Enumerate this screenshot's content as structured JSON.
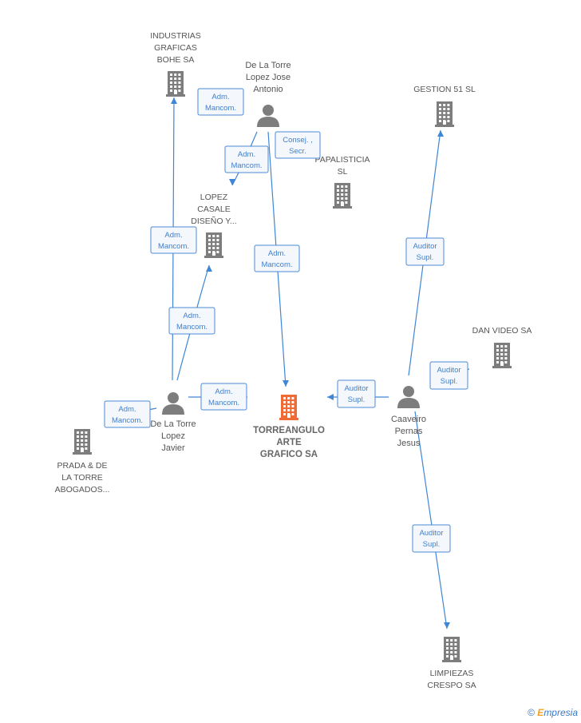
{
  "colors": {
    "edge": "#3f86d6",
    "node_gray": "#7d7d7d",
    "focus": "#f06a35"
  },
  "nodes": {
    "industrias": {
      "type": "company",
      "lines": [
        "INDUSTRIAS",
        "GRAFICAS",
        "BOHE SA"
      ]
    },
    "delatorre_jose": {
      "type": "person",
      "lines": [
        "De La Torre",
        "Lopez Jose",
        "Antonio"
      ]
    },
    "gestion51": {
      "type": "company",
      "lines": [
        "GESTION 51 SL"
      ]
    },
    "papalisticia": {
      "type": "company",
      "lines": [
        "PAPALISTICIA",
        "SL"
      ]
    },
    "lopez_casale": {
      "type": "company",
      "lines": [
        "LOPEZ",
        "CASALE",
        "DISEÑO Y..."
      ]
    },
    "dan_video": {
      "type": "company",
      "lines": [
        "DAN VIDEO SA"
      ]
    },
    "delatorre_javier": {
      "type": "person",
      "lines": [
        "De La Torre",
        "Lopez",
        "Javier"
      ]
    },
    "torreangulo": {
      "type": "focus",
      "lines": [
        "TORREANGULO",
        "ARTE",
        "GRAFICO SA"
      ]
    },
    "caaveiro": {
      "type": "person",
      "lines": [
        "Caaveiro",
        "Pernas",
        "Jesus"
      ]
    },
    "prada": {
      "type": "company",
      "lines": [
        "PRADA & DE",
        "LA TORRE",
        "ABOGADOS..."
      ]
    },
    "limpiezas": {
      "type": "company",
      "lines": [
        "LIMPIEZAS",
        "CRESPO SA"
      ]
    }
  },
  "relations": [
    {
      "id": "r1",
      "lines": [
        "Adm.",
        "Mancom."
      ]
    },
    {
      "id": "r2",
      "lines": [
        "Consej. ,",
        "Secr."
      ]
    },
    {
      "id": "r3",
      "lines": [
        "Adm.",
        "Mancom."
      ]
    },
    {
      "id": "r4",
      "lines": [
        "Adm.",
        "Mancom."
      ]
    },
    {
      "id": "r5",
      "lines": [
        "Adm.",
        "Mancom."
      ]
    },
    {
      "id": "r6",
      "lines": [
        "Adm.",
        "Mancom."
      ]
    },
    {
      "id": "r7",
      "lines": [
        "Adm.",
        "Mancom."
      ]
    },
    {
      "id": "r8",
      "lines": [
        "Adm.",
        "Mancom."
      ]
    },
    {
      "id": "r9",
      "lines": [
        "Auditor",
        "Supl."
      ]
    },
    {
      "id": "r10",
      "lines": [
        "Auditor",
        "Supl."
      ]
    },
    {
      "id": "r11",
      "lines": [
        "Auditor",
        "Supl."
      ]
    },
    {
      "id": "r12",
      "lines": [
        "Auditor",
        "Supl."
      ]
    }
  ],
  "footer": {
    "copyright_symbol": "©",
    "brand_initial": "E",
    "brand_rest": "mpresia"
  }
}
